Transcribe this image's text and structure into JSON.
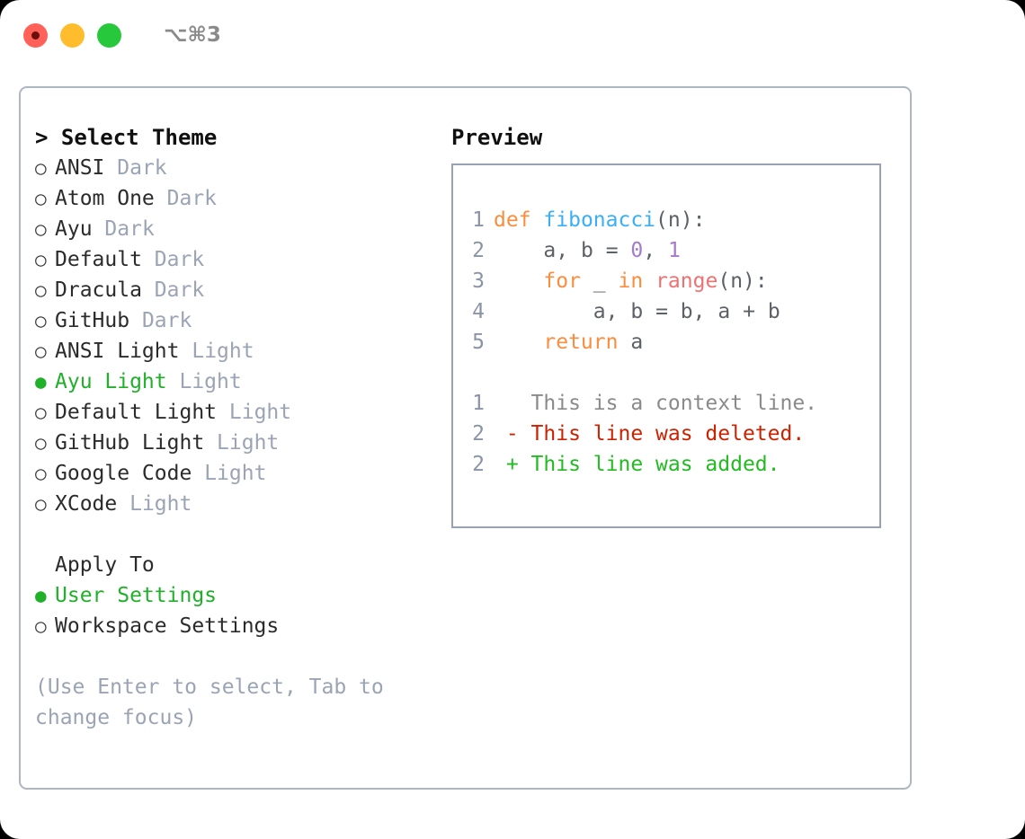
{
  "titlebar": {
    "shortcut": "⌥⌘3",
    "buttons": [
      "close",
      "minimize",
      "maximize"
    ]
  },
  "theme_panel": {
    "header": "> Select Theme",
    "options": [
      {
        "bullet": "○",
        "name": "ANSI",
        "type": "Dark",
        "selected": false
      },
      {
        "bullet": "○",
        "name": "Atom One",
        "type": "Dark",
        "selected": false
      },
      {
        "bullet": "○",
        "name": "Ayu",
        "type": "Dark",
        "selected": false
      },
      {
        "bullet": "○",
        "name": "Default",
        "type": "Dark",
        "selected": false
      },
      {
        "bullet": "○",
        "name": "Dracula",
        "type": "Dark",
        "selected": false
      },
      {
        "bullet": "○",
        "name": "GitHub",
        "type": "Dark",
        "selected": false
      },
      {
        "bullet": "○",
        "name": "ANSI Light",
        "type": "Light",
        "selected": false
      },
      {
        "bullet": "●",
        "name": "Ayu Light",
        "type": "Light",
        "selected": true
      },
      {
        "bullet": "○",
        "name": "Default Light",
        "type": "Light",
        "selected": false
      },
      {
        "bullet": "○",
        "name": "GitHub Light",
        "type": "Light",
        "selected": false
      },
      {
        "bullet": "○",
        "name": "Google Code",
        "type": "Light",
        "selected": false
      },
      {
        "bullet": "○",
        "name": "XCode",
        "type": "Light",
        "selected": false
      }
    ]
  },
  "apply_to": {
    "header": "Apply To",
    "options": [
      {
        "bullet": "●",
        "name": "User Settings",
        "selected": true
      },
      {
        "bullet": "○",
        "name": "Workspace Settings",
        "selected": false
      }
    ]
  },
  "hint": "(Use Enter to select, Tab to change focus)",
  "preview": {
    "header": "Preview",
    "code_lines": [
      {
        "n": "1",
        "text": "def fibonacci(n):"
      },
      {
        "n": "2",
        "text": "    a, b = 0, 1"
      },
      {
        "n": "3",
        "text": "    for _ in range(n):"
      },
      {
        "n": "4",
        "text": "        a, b = b, a + b"
      },
      {
        "n": "5",
        "text": "    return a"
      }
    ],
    "diff_lines": [
      {
        "n": "1",
        "marker": " ",
        "text": "This is a context line.",
        "kind": "context"
      },
      {
        "n": "2",
        "marker": "-",
        "text": "This line was deleted.",
        "kind": "deleted"
      },
      {
        "n": "2",
        "marker": "+",
        "text": "This line was added.",
        "kind": "added"
      }
    ]
  },
  "colors": {
    "keyword": "#fa8d3e",
    "function": "#39aff7",
    "number": "#a37acc",
    "builtin": "#f07171",
    "plain": "#5c6166",
    "line_number": "#8a94a6",
    "selected_green": "#20b02a",
    "muted": "#9aa4b4",
    "diff_deleted": "#cc2200",
    "diff_added": "#22bb22",
    "diff_context": "#8a8a8a",
    "panel_border": "#aeb6c2",
    "preview_border": "#98a2b3"
  }
}
